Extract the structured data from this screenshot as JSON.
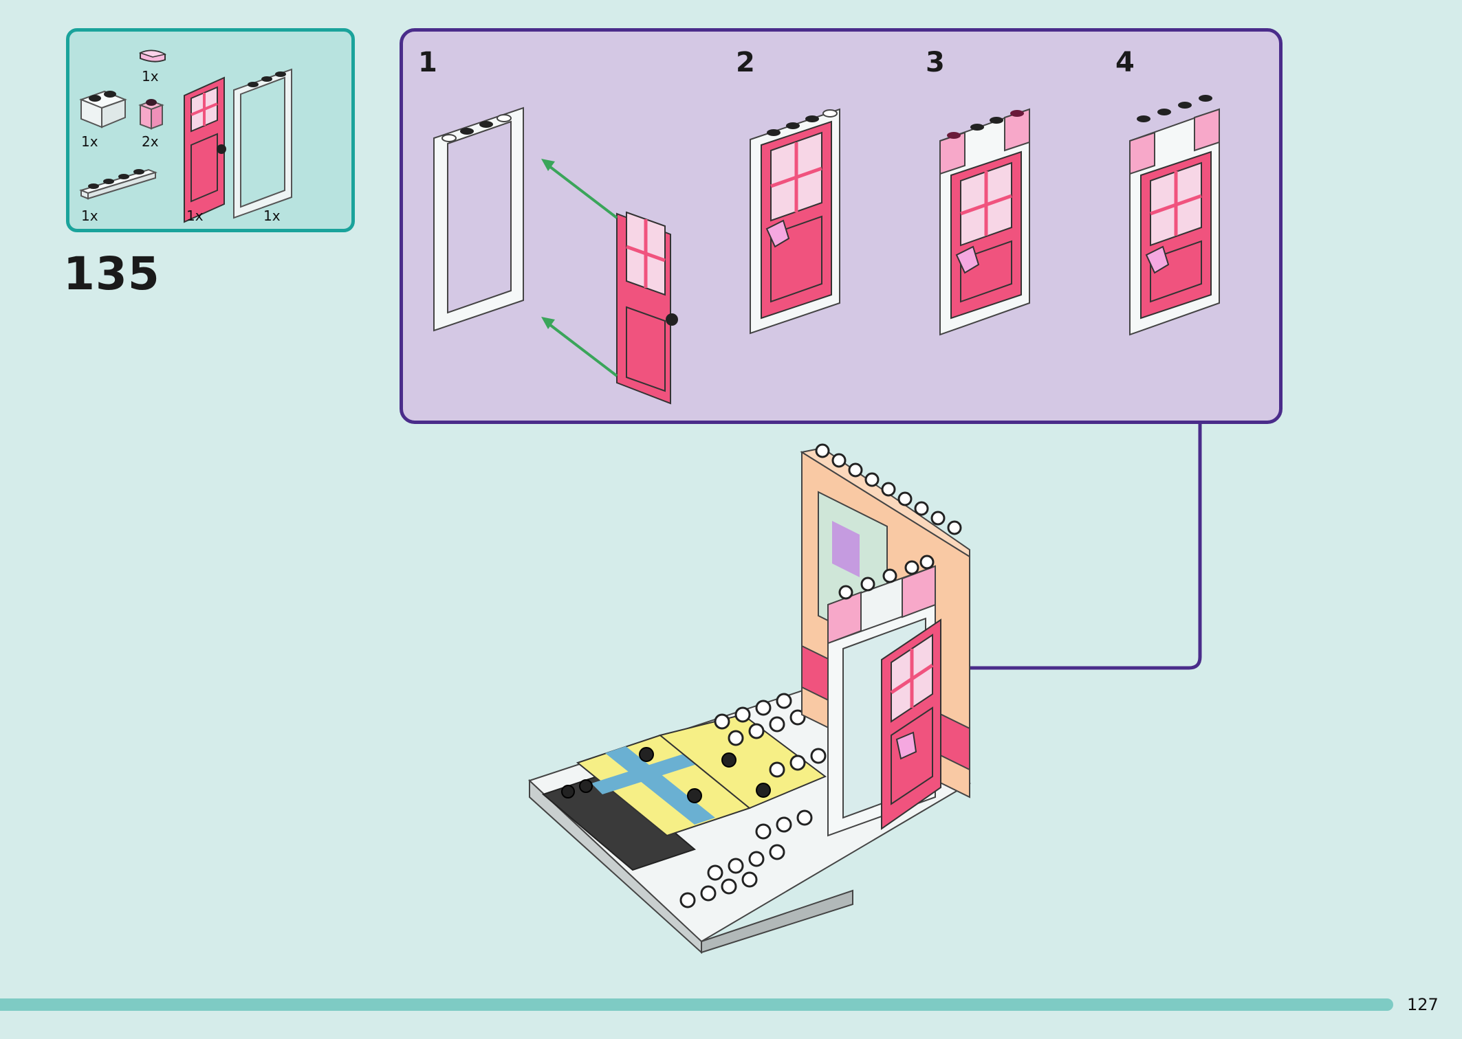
{
  "step": {
    "number": "135"
  },
  "parts": [
    {
      "name": "pink-tile-quarter",
      "qty": "1x"
    },
    {
      "name": "white-brick-1x2",
      "qty": "1x"
    },
    {
      "name": "pink-trans-brick-1x1",
      "qty": "2x"
    },
    {
      "name": "white-plate-1x4",
      "qty": "1x"
    },
    {
      "name": "pink-door",
      "qty": "1x"
    },
    {
      "name": "white-door-frame",
      "qty": "1x"
    }
  ],
  "substeps": [
    {
      "number": "1"
    },
    {
      "number": "2"
    },
    {
      "number": "3"
    },
    {
      "number": "4"
    }
  ],
  "page": {
    "number": "127"
  },
  "colors": {
    "page_bg": "#d5ecea",
    "parts_border": "#1aa39b",
    "parts_bg": "#b8e3df",
    "substep_border": "#4a2c8a",
    "substep_bg": "#d4c8e4",
    "door_pink": "#f0537e",
    "arrow_green": "#3aa55a",
    "progress": "#7ecbc4"
  }
}
